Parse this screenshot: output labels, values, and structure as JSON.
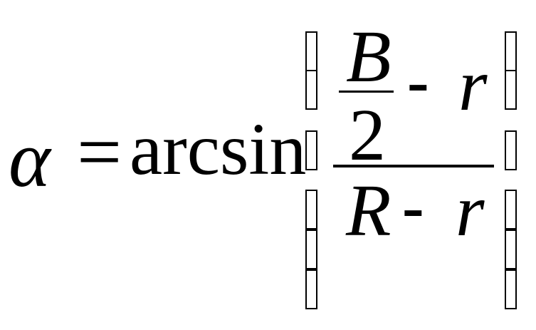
{
  "formula": {
    "lhs": "α",
    "equals": "=",
    "function": "arcsin",
    "numerator": {
      "fraction_top": "B",
      "fraction_bottom": "2",
      "minus": "-",
      "r": "r"
    },
    "denominator": {
      "R": "R",
      "minus": "-",
      "r": "r"
    }
  }
}
